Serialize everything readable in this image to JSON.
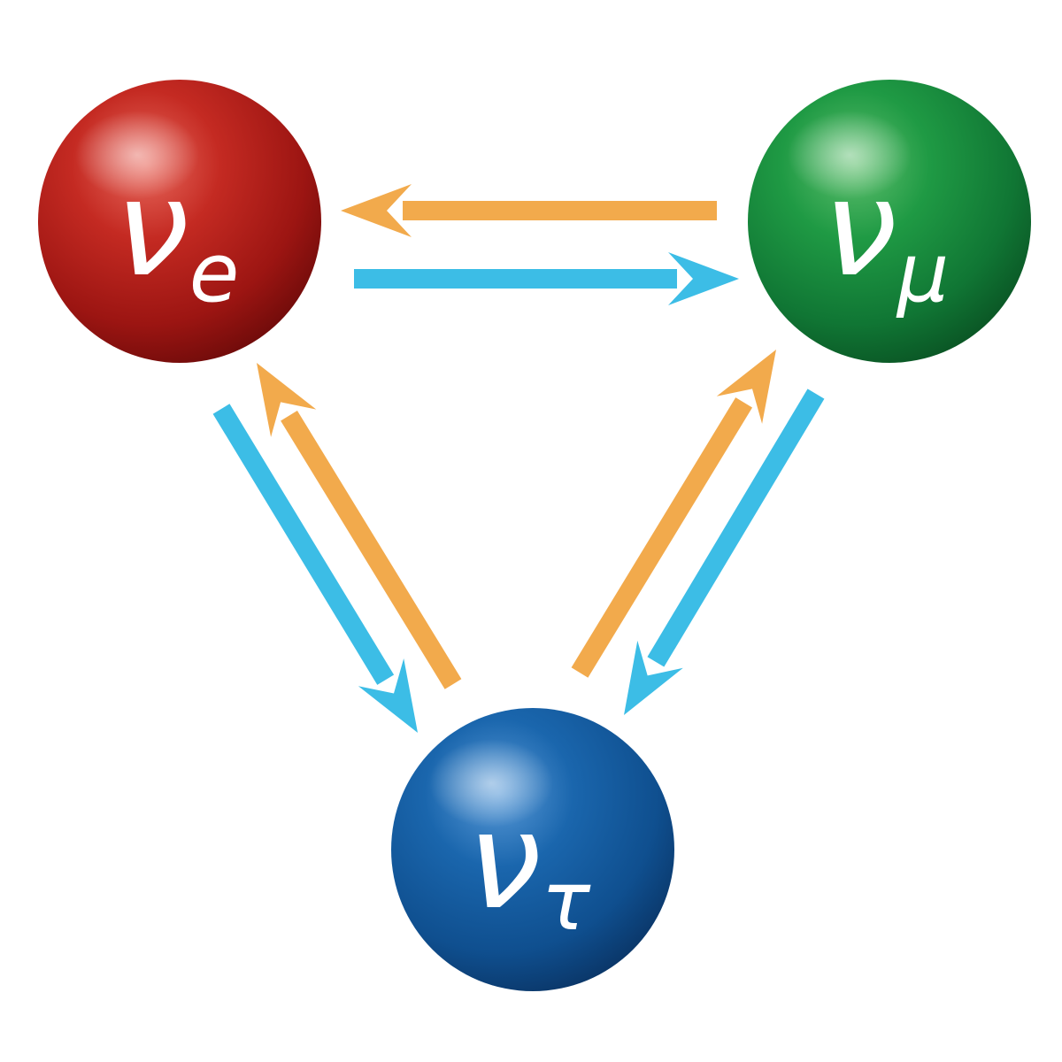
{
  "colors": {
    "background": "#ffffff",
    "arrow_orange": "#f2aa4c",
    "arrow_blue": "#3cbde6",
    "electron_ball": "#b31a17",
    "muon_ball": "#14843a",
    "tau_ball": "#11589e"
  },
  "nodes": {
    "electron": {
      "main": "ν",
      "sub": "e"
    },
    "muon": {
      "main": "ν",
      "sub": "μ"
    },
    "tau": {
      "main": "ν",
      "sub": "τ"
    }
  },
  "arrows": [
    {
      "from": "muon",
      "to": "electron",
      "color": "orange"
    },
    {
      "from": "electron",
      "to": "muon",
      "color": "blue"
    },
    {
      "from": "electron",
      "to": "tau",
      "color": "blue"
    },
    {
      "from": "tau",
      "to": "electron",
      "color": "orange"
    },
    {
      "from": "tau",
      "to": "muon",
      "color": "orange"
    },
    {
      "from": "muon",
      "to": "tau",
      "color": "blue"
    }
  ]
}
